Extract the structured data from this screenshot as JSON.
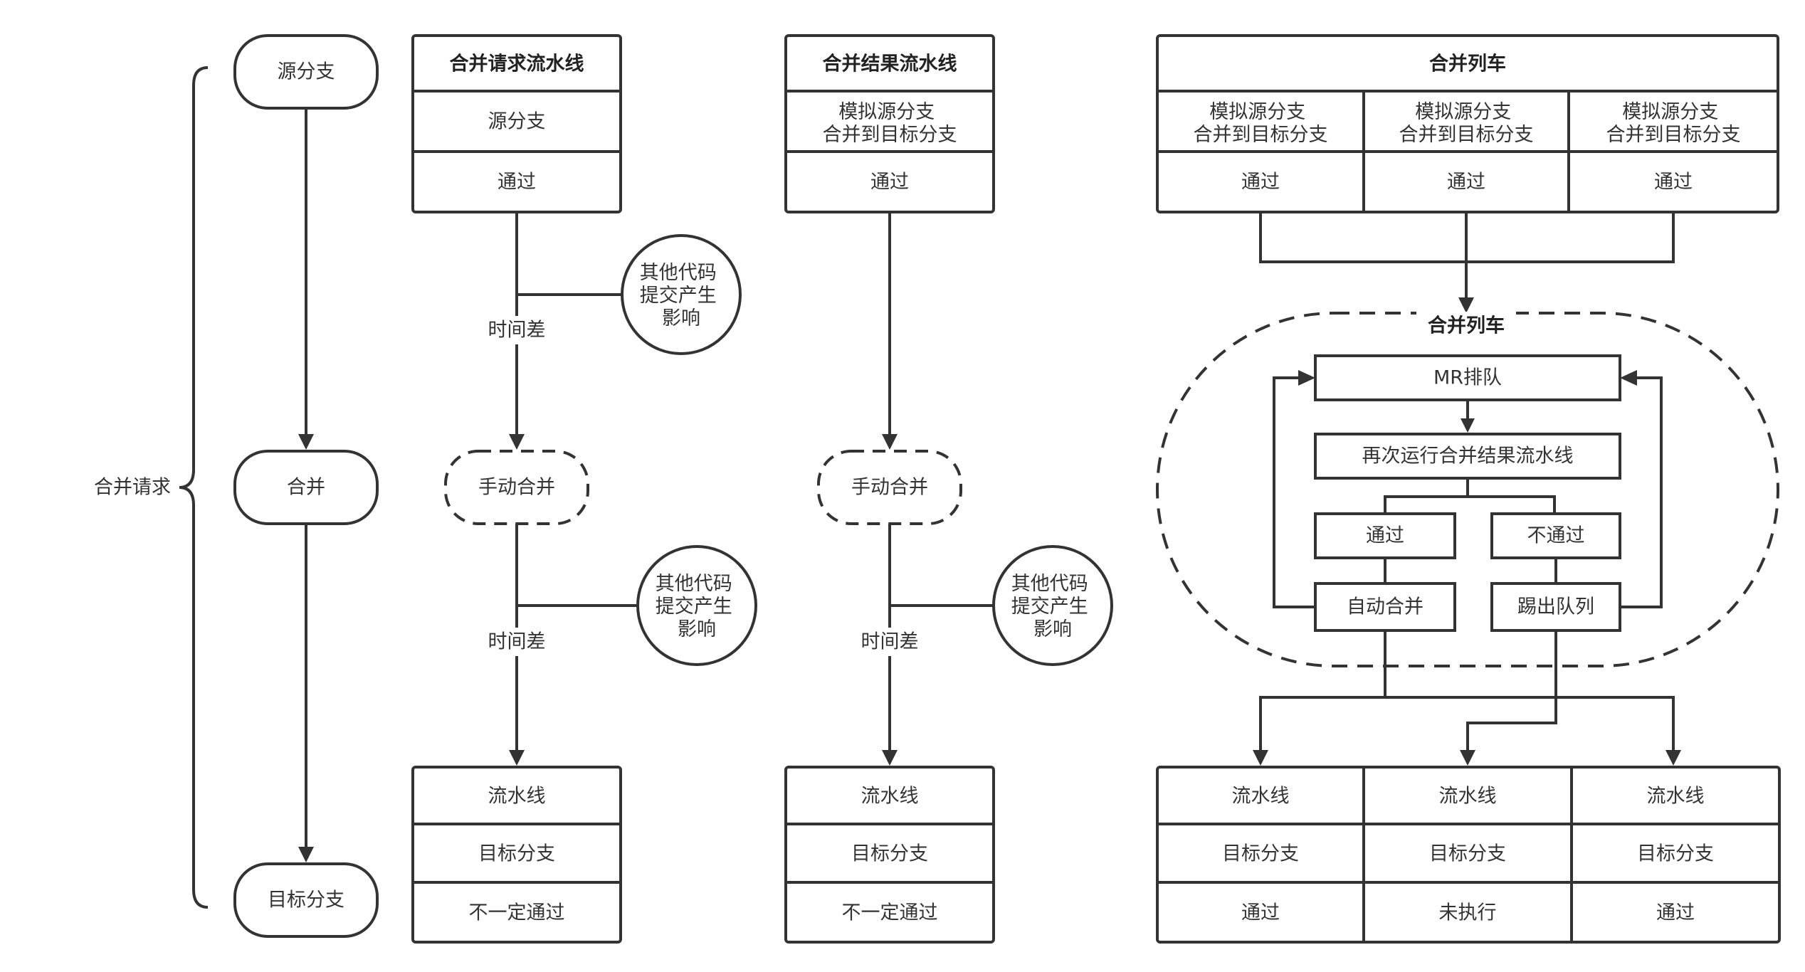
{
  "colors": {
    "stroke": "#333333",
    "background": "#ffffff",
    "text": "#333333"
  },
  "left": {
    "brace_label": "合并请求",
    "source_branch": "源分支",
    "merge": "合并",
    "target_branch": "目标分支"
  },
  "mr_pipeline": {
    "title": "合并请求流水线",
    "row1": "源分支",
    "row2": "通过",
    "time_gap_1": "时间差",
    "other_commits_1": [
      "其他代码",
      "提交产生",
      "影响"
    ],
    "manual_merge": "手动合并",
    "time_gap_2": "时间差",
    "other_commits_2": [
      "其他代码",
      "提交产生",
      "影响"
    ],
    "result_rows": [
      "流水线",
      "目标分支",
      "不一定通过"
    ]
  },
  "merge_result_pipeline": {
    "title": "合并结果流水线",
    "row1": [
      "模拟源分支",
      "合并到目标分支"
    ],
    "row2": "通过",
    "manual_merge": "手动合并",
    "time_gap": "时间差",
    "other_commits": [
      "其他代码",
      "提交产生",
      "影响"
    ],
    "result_rows": [
      "流水线",
      "目标分支",
      "不一定通过"
    ]
  },
  "merge_train": {
    "title": "合并列车",
    "columns": [
      {
        "line1": "模拟源分支",
        "line2": "合并到目标分支",
        "status": "通过"
      },
      {
        "line1": "模拟源分支",
        "line2": "合并到目标分支",
        "status": "通过"
      },
      {
        "line1": "模拟源分支",
        "line2": "合并到目标分支",
        "status": "通过"
      }
    ],
    "group_title": "合并列车",
    "queue": "MR排队",
    "rerun": "再次运行合并结果流水线",
    "pass": "通过",
    "fail": "不通过",
    "auto_merge": "自动合并",
    "kick_out": "踢出队列",
    "results": [
      {
        "pipeline": "流水线",
        "branch": "目标分支",
        "status": "通过"
      },
      {
        "pipeline": "流水线",
        "branch": "目标分支",
        "status": "未执行"
      },
      {
        "pipeline": "流水线",
        "branch": "目标分支",
        "status": "通过"
      }
    ]
  }
}
